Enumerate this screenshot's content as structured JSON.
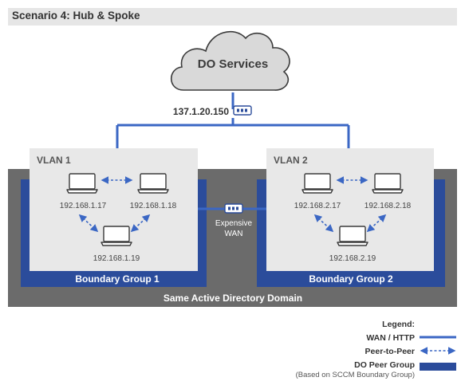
{
  "title": "Scenario 4: Hub & Spoke",
  "cloud": {
    "label": "DO Services"
  },
  "router": {
    "ip": "137.1.20.150"
  },
  "domain_label": "Same Active Directory Domain",
  "wan": {
    "line1": "Expensive",
    "line2": "WAN"
  },
  "vlans": [
    {
      "name": "VLAN 1",
      "boundary_label": "Boundary Group 1",
      "hosts": [
        "192.168.1.17",
        "192.168.1.18",
        "192.168.1.19"
      ]
    },
    {
      "name": "VLAN 2",
      "boundary_label": "Boundary Group 2",
      "hosts": [
        "192.168.2.17",
        "192.168.2.18",
        "192.168.2.19"
      ]
    }
  ],
  "legend": {
    "title": "Legend:",
    "wan_http": "WAN / HTTP",
    "p2p": "Peer-to-Peer",
    "peer_group": "DO Peer Group",
    "peer_group_note": "(Based on SCCM Boundary Group)"
  },
  "colors": {
    "blue": "#2b4c9b",
    "line_blue": "#3b67c4",
    "domain_gray": "#6b6b6b",
    "vlan_fill": "#e8e8e8",
    "cloud_fill": "#d9d9d9"
  }
}
